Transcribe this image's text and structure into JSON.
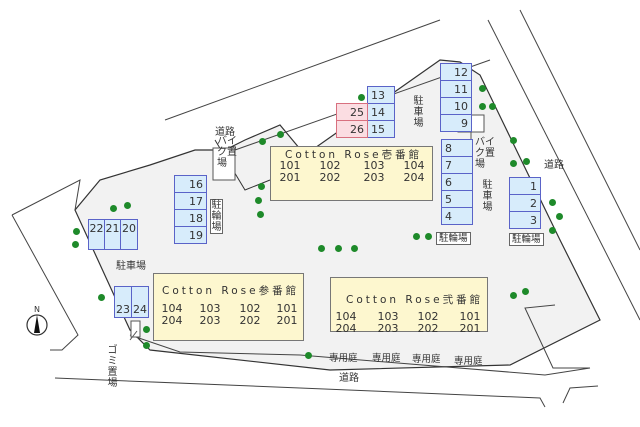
{
  "map": {
    "buildings": [
      {
        "name": "Cotton Rose壱番館",
        "units": [
          [
            "101",
            "201"
          ],
          [
            "102",
            "202"
          ],
          [
            "103",
            "203"
          ],
          [
            "104",
            "204"
          ]
        ]
      },
      {
        "name": "Cotton Rose弐番館",
        "units": [
          [
            "104",
            "204"
          ],
          [
            "103",
            "203"
          ],
          [
            "102",
            "202"
          ],
          [
            "101",
            "201"
          ]
        ]
      },
      {
        "name": "Cotton Rose参番館",
        "units": [
          [
            "104",
            "204"
          ],
          [
            "103",
            "203"
          ],
          [
            "102",
            "202"
          ],
          [
            "101",
            "201"
          ]
        ]
      }
    ],
    "parking": {
      "right_top": [
        "12",
        "11",
        "10",
        "9"
      ],
      "right_mid": [
        "8",
        "7",
        "6",
        "5",
        "4"
      ],
      "right_far": [
        "1",
        "2",
        "3"
      ],
      "top_center": [
        "13",
        "14",
        "15"
      ],
      "top_pink": [
        "25",
        "26"
      ],
      "left_col": [
        "16",
        "17",
        "18",
        "19"
      ],
      "left_row": [
        "22",
        "21",
        "20"
      ],
      "bottom_left": [
        "23",
        "24"
      ]
    },
    "labels": {
      "parking_lot": "駐車場",
      "bicycle_parking": "駐輪場",
      "bike_parking": "バイク置場",
      "road": "道路",
      "garbage": "ゴミ置場",
      "private_garden": "専用庭",
      "north": "N"
    },
    "colors": {
      "stall_fill": "#d7ecfb",
      "stall_border": "#5a63c8",
      "stall_pink_fill": "#fbdde2",
      "stall_pink_border": "#d8707f",
      "building_fill": "#fdf7cf",
      "site_fill": "#f2f2f2",
      "tree": "#1e8a2a"
    }
  }
}
